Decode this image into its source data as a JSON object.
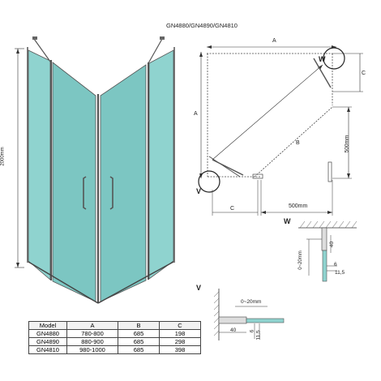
{
  "models_title": "GN4880/GN4890/GN4810",
  "front_view": {
    "height_label": "2000mm"
  },
  "plan_view": {
    "label_a_top": "A",
    "label_a_left": "A",
    "label_b": "B",
    "label_c_right": "C",
    "label_c_bottom": "C",
    "label_500_vertical": "500mm",
    "label_500_horizontal": "500mm",
    "marker_w": "W",
    "marker_v": "V"
  },
  "detail_w": {
    "title": "W",
    "dim_40": "40",
    "dim_0_20": "0~20mm",
    "dim_6": "6",
    "dim_11_5": "11,5"
  },
  "detail_v": {
    "title": "V",
    "dim_0_20": "0~20mm",
    "dim_40": "40",
    "dim_6": "6",
    "dim_11_5": "11,5"
  },
  "table": {
    "headers": [
      "Model",
      "A",
      "B",
      "C"
    ],
    "rows": [
      [
        "GN4880",
        "780-800",
        "685",
        "198"
      ],
      [
        "GN4890",
        "880-900",
        "685",
        "298"
      ],
      [
        "GN4810",
        "980-1000",
        "685",
        "398"
      ]
    ]
  },
  "colors": {
    "glass": "#8fd3cf",
    "glass_dark": "#7cc6c2",
    "frame": "#555555"
  }
}
